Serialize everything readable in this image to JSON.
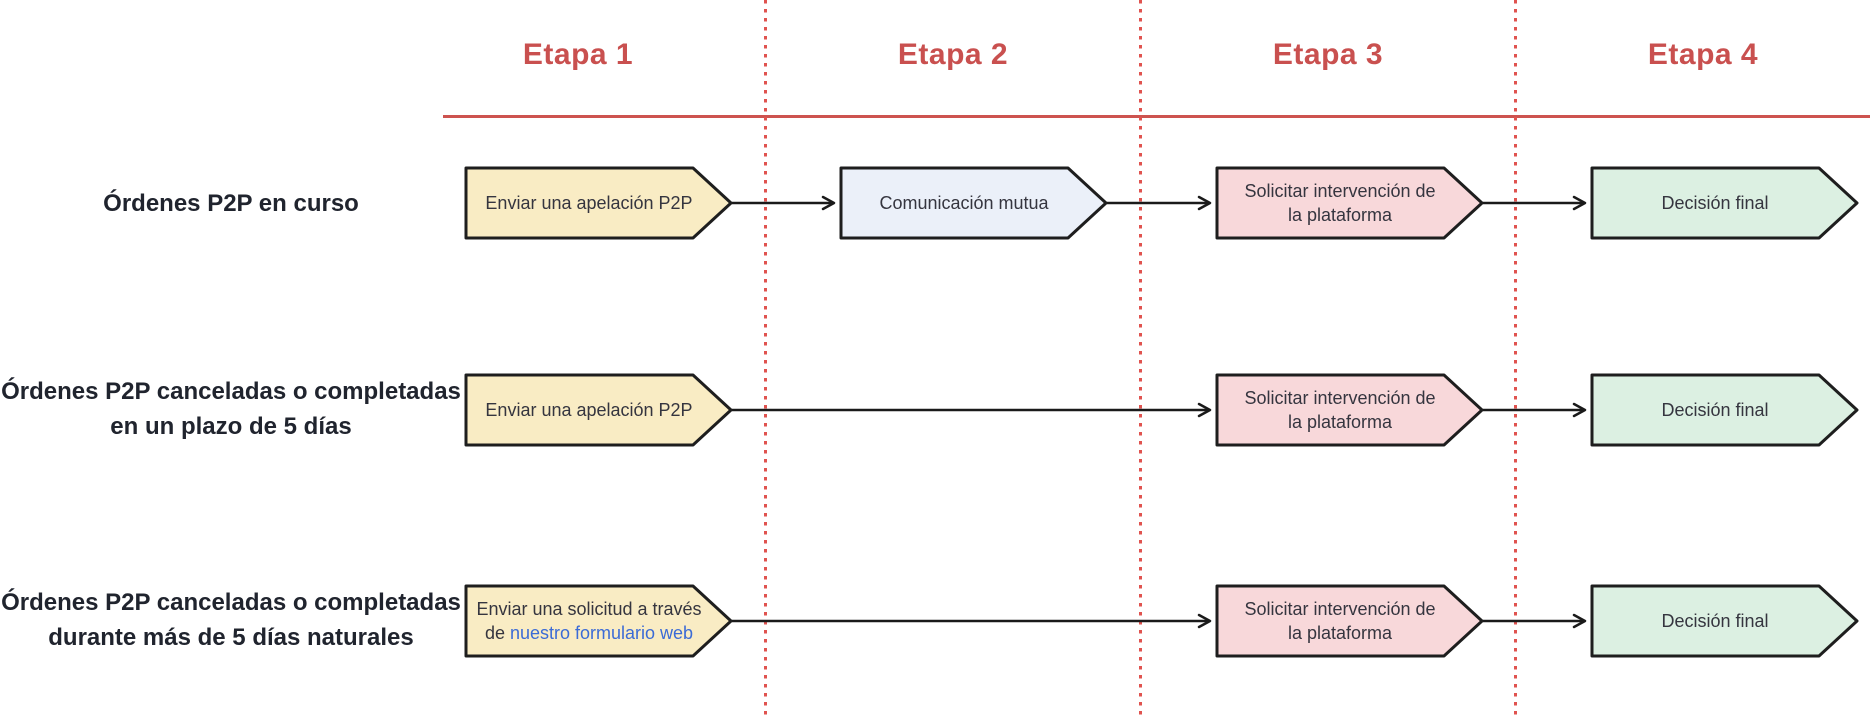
{
  "headers": {
    "stage1": "Etapa 1",
    "stage2": "Etapa 2",
    "stage3": "Etapa 3",
    "stage4": "Etapa 4"
  },
  "row1": {
    "label": "Órdenes P2P en curso",
    "step1": "Enviar una apelación P2P",
    "step2": "Comunicación mutua",
    "step3_line1": "Solicitar intervención de",
    "step3_line2": "la plataforma",
    "step4": "Decisión final"
  },
  "row2": {
    "label_line1": "Órdenes P2P canceladas o completadas",
    "label_line2": "en un plazo de 5 días",
    "step1": "Enviar una apelación P2P",
    "step3_line1": "Solicitar intervención de",
    "step3_line2": "la plataforma",
    "step4": "Decisión final"
  },
  "row3": {
    "label_line1": "Órdenes P2P canceladas o completadas",
    "label_line2": "durante más de 5 días naturales",
    "step1_line1": "Enviar una solicitud a través",
    "step1_line2_prefix": "de ",
    "step1_link": "nuestro formulario web",
    "step3_line1": "Solicitar intervención de",
    "step3_line2": "la plataforma",
    "step4": "Decisión final"
  },
  "colors": {
    "stage_header": "#c9504f",
    "rule_line": "#cd534f",
    "dotted_line": "#e0534f",
    "node_yellow": "#f9ecc4",
    "node_blue": "#ebf0f9",
    "node_pink": "#f8d8da",
    "node_green": "#dcf0e2",
    "link": "#3b6bd6"
  }
}
